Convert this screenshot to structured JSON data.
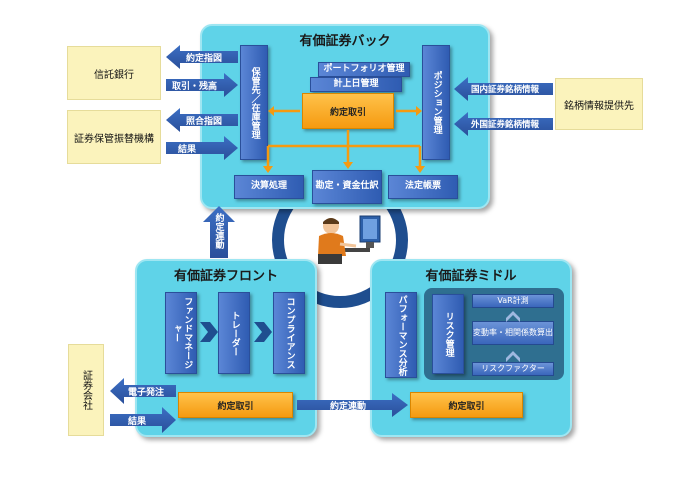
{
  "back": {
    "title": "有価証券バック",
    "custody": "保管先／在庫管理",
    "position": "ポジション管理",
    "portfolio": "ポートフォリオ管理",
    "date_mgmt": "計上日管理",
    "trade": "約定取引",
    "settlement": "決算処理",
    "accounting": "勘定・資金仕訳",
    "legal": "法定帳票"
  },
  "front": {
    "title": "有価証券フロント",
    "fund": "ファンドマネージャー",
    "trader": "トレーダー",
    "compliance": "コンプライアンス",
    "trade": "約定取引"
  },
  "middle": {
    "title": "有価証券ミドル",
    "performance": "パフォーマンス分析",
    "risk": "リスク管理",
    "var": "VaR計測",
    "volatility": "変動率・相関係数算出",
    "factor": "リスクファクター",
    "trade": "約定取引"
  },
  "external": {
    "trust_bank": "信託銀行",
    "securities_depo": "証券保管振替機構",
    "info_provider": "銘柄情報提供先",
    "broker": "証券会社"
  },
  "arrows": {
    "instruction": "約定指図",
    "trade_balance": "取引・残高",
    "match_instruction": "照合指図",
    "result_back": "結果",
    "domestic": "国内証券銘柄情報",
    "foreign": "外国証券銘柄情報",
    "link_up": "約定連動",
    "order": "電子発注",
    "result_front": "結果",
    "link_right": "約定連動"
  },
  "colors": {
    "panel": "#5fd3e8",
    "blue_box": "#3a66bb",
    "orange": "#f59a10",
    "yellow": "#fbf3bc"
  }
}
